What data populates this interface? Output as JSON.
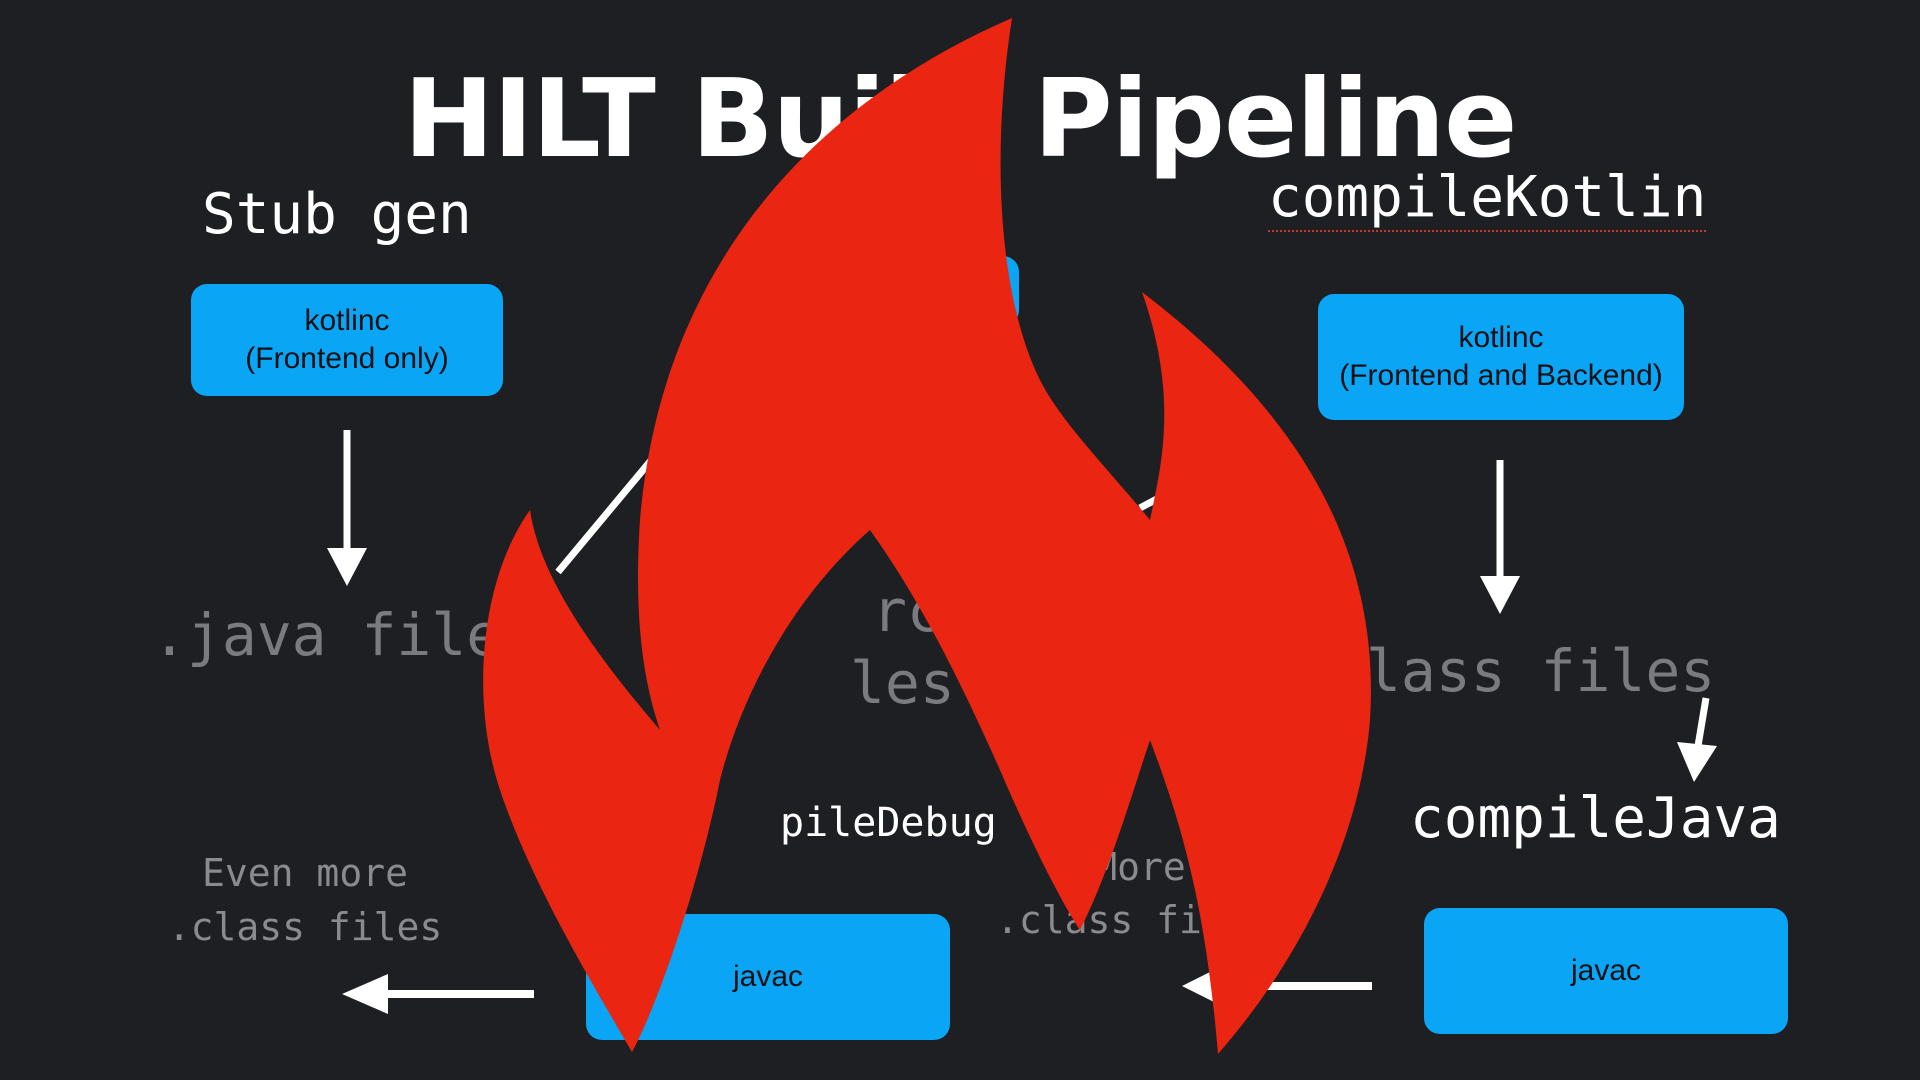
{
  "title": "HILT Build Pipeline",
  "stages": {
    "stub_gen": "Stub gen",
    "compile_kotlin": "compileKotlin",
    "compile_java": "compileJava",
    "compile_debug_partial": "pileDebug"
  },
  "boxes": {
    "kotlinc_frontend": {
      "line1": "kotlinc",
      "line2": "(Frontend only)"
    },
    "kotlinc_full": {
      "line1": "kotlinc",
      "line2": "(Frontend and Backend)"
    },
    "javac_right": "javac",
    "javac_middle": "javac"
  },
  "files": {
    "java_files_partial": ".java file",
    "class_files_partial": "lass files",
    "source_partial_1": "rc",
    "source_partial_2": "les",
    "more_class_line1": "More",
    "more_class_line2": ".class fi",
    "even_more_line1": "Even more",
    "even_more_line2": ".class files"
  },
  "colors": {
    "background": "#1e1f23",
    "box": "#0aa5f5",
    "flame": "#ea2511",
    "arrow": "#ffffff"
  },
  "icons": {
    "overlay": "flame-icon"
  }
}
